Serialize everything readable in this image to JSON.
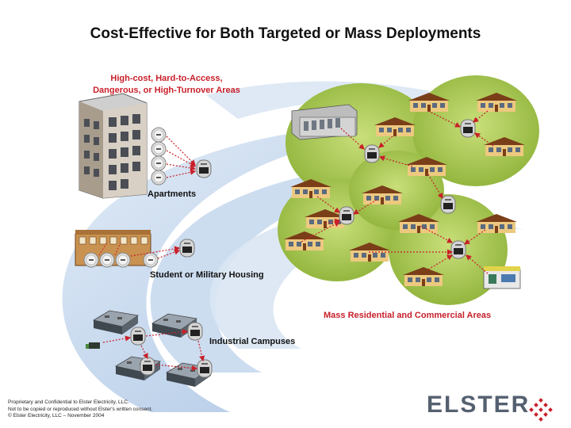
{
  "title": "Cost-Effective for Both Targeted or Mass Deployments",
  "labels": {
    "high_cost_line1": "High-cost, Hard-to-Access,",
    "high_cost_line2": "Dangerous, or High-Turnover Areas",
    "apartments": "Apartments",
    "student_housing": "Student or Military Housing",
    "mass_residential": "Mass Residential and Commercial Areas",
    "industrial": "Industrial Campuses"
  },
  "footer": {
    "line1": "Proprietary and Confidential to Elster Electricity, LLC.",
    "line2": "Not to be copied or reproduced without Elster's written consent.",
    "line3": "© Elster Electricity, LLC – November 2004"
  },
  "logo": {
    "text": "ELSTER",
    "icon": "elster-diamond-icon",
    "color": "#556070",
    "accent": "#c8202a"
  },
  "colors": {
    "swoosh": "#b9cde6",
    "swoosh_dark": "#8fb0d8",
    "green_area": "#a9c84a",
    "label_red": "#c8202a",
    "arrow": "#c8202a",
    "house_roof": "#8a4b1e",
    "house_wall": "#e9c57d"
  },
  "icons": {
    "meter": "electric-meter-icon",
    "collector": "data-collector-icon",
    "house": "house-icon",
    "building": "apartment-building-icon",
    "industrial": "industrial-building-icon"
  }
}
